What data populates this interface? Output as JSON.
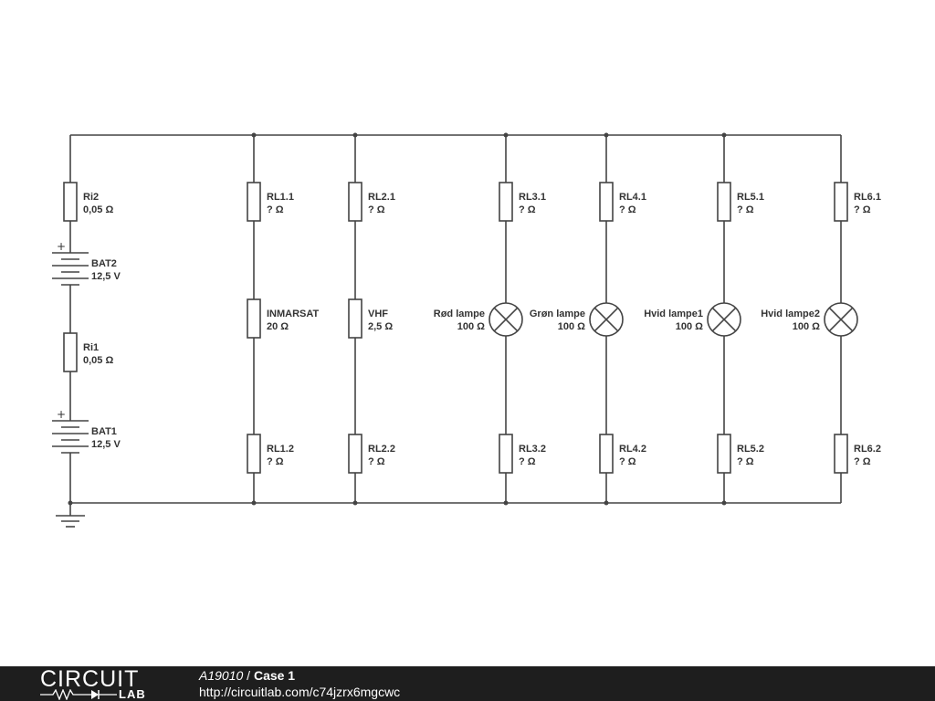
{
  "circuit": {
    "components": {
      "ri2": {
        "name": "Ri2",
        "value": "0,05 Ω"
      },
      "bat2": {
        "name": "BAT2",
        "value": "12,5 V"
      },
      "ri1": {
        "name": "Ri1",
        "value": "0,05 Ω"
      },
      "bat1": {
        "name": "BAT1",
        "value": "12,5 V"
      },
      "rl1_1": {
        "name": "RL1.1",
        "value": "? Ω"
      },
      "inmarsat": {
        "name": "INMARSAT",
        "value": "20 Ω"
      },
      "rl1_2": {
        "name": "RL1.2",
        "value": "? Ω"
      },
      "rl2_1": {
        "name": "RL2.1",
        "value": "? Ω"
      },
      "vhf": {
        "name": "VHF",
        "value": "2,5 Ω"
      },
      "rl2_2": {
        "name": "RL2.2",
        "value": "? Ω"
      },
      "rl3_1": {
        "name": "RL3.1",
        "value": "? Ω"
      },
      "lamp_rod": {
        "name": "Rød lampe",
        "value": "100 Ω"
      },
      "rl3_2": {
        "name": "RL3.2",
        "value": "? Ω"
      },
      "rl4_1": {
        "name": "RL4.1",
        "value": "? Ω"
      },
      "lamp_gron": {
        "name": "Grøn lampe",
        "value": "100 Ω"
      },
      "rl4_2": {
        "name": "RL4.2",
        "value": "? Ω"
      },
      "rl5_1": {
        "name": "RL5.1",
        "value": "? Ω"
      },
      "lamp_hvid1": {
        "name": "Hvid lampe1",
        "value": "100 Ω"
      },
      "rl5_2": {
        "name": "RL5.2",
        "value": "? Ω"
      },
      "rl6_1": {
        "name": "RL6.1",
        "value": "? Ω"
      },
      "lamp_hvid2": {
        "name": "Hvid lampe2",
        "value": "100 Ω"
      },
      "rl6_2": {
        "name": "RL6.2",
        "value": "? Ω"
      }
    },
    "battery_polarity_mark": "+"
  },
  "footer": {
    "logo_top": "CIRCUIT",
    "logo_bottom": "LAB",
    "circuit_id": "A19010",
    "separator": " / ",
    "circuit_name": "Case 1",
    "url": "http://circuitlab.com/c74jzrx6mgcwc"
  },
  "colors": {
    "wire": "#444444",
    "footer_background": "#1e1e1e",
    "footer_text": "#ffffff"
  }
}
